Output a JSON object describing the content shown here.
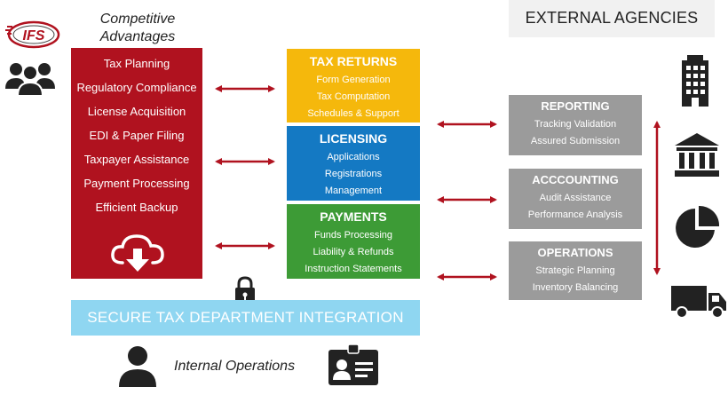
{
  "logo": {
    "text": "IFS"
  },
  "left": {
    "title_line1": "Competitive",
    "title_line2": "Advantages",
    "items": [
      "Tax Planning",
      "Regulatory Compliance",
      "License Acquisition",
      "EDI & Paper Filing",
      "Taxpayer Assistance",
      "Payment Processing",
      "Efficient Backup"
    ]
  },
  "center": {
    "tax": {
      "title": "TAX RETURNS",
      "items": [
        "Form Generation",
        "Tax Computation",
        "Schedules & Support"
      ]
    },
    "licensing": {
      "title": "LICENSING",
      "items": [
        "Applications",
        "Registrations",
        "Management"
      ]
    },
    "payments": {
      "title": "PAYMENTS",
      "items": [
        "Funds Processing",
        "Liability & Refunds",
        "Instruction Statements"
      ]
    }
  },
  "secure_label": "SECURE TAX DEPARTMENT INTEGRATION",
  "internal_label": "Internal Operations",
  "right": {
    "title": "EXTERNAL AGENCIES",
    "reporting": {
      "title": "REPORTING",
      "items": [
        "Tracking Validation",
        "Assured Submission"
      ]
    },
    "accounting": {
      "title": "ACCCOUNTING",
      "items": [
        "Audit Assistance",
        "Performance Analysis"
      ]
    },
    "operations": {
      "title": "OPERATIONS",
      "items": [
        "Strategic Planning",
        "Inventory Balancing"
      ]
    }
  },
  "icons": {
    "people": "people-group-icon",
    "cloud": "cloud-download-icon",
    "lock": "padlock-icon",
    "person": "person-icon",
    "id": "id-card-icon",
    "building": "office-building-icon",
    "bank": "bank-icon",
    "pie": "pie-chart-icon",
    "truck": "delivery-truck-icon"
  },
  "colors": {
    "red": "#b0121f",
    "yellow": "#f5b80c",
    "blue": "#1479c3",
    "green": "#3d9b36",
    "light_blue": "#8fd6f1",
    "gray": "#9b9b9b",
    "arrow": "#b0121f"
  }
}
